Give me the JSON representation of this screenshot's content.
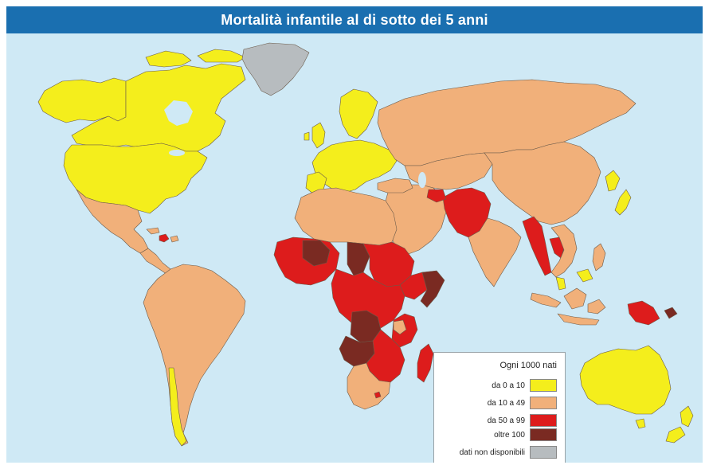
{
  "title": "Mortalità infantile al di sotto dei 5 anni",
  "legend": {
    "heading": "Ogni 1000 nati",
    "items": [
      {
        "label": "da 0 a 10",
        "color": "#f4ee1c"
      },
      {
        "label": "da 10 a 49",
        "color": "#f1b07a"
      },
      {
        "label": "da 50 a 99",
        "color": "#dd1c1c"
      },
      {
        "label": "oltre 100",
        "color": "#7a2a22"
      },
      {
        "label": "dati non disponibili",
        "color": "#b7bcbf"
      }
    ]
  },
  "colors": {
    "sea": "#cfe9f5",
    "title_bar": "#1a6fb0",
    "border": "#6a5a4a"
  }
}
